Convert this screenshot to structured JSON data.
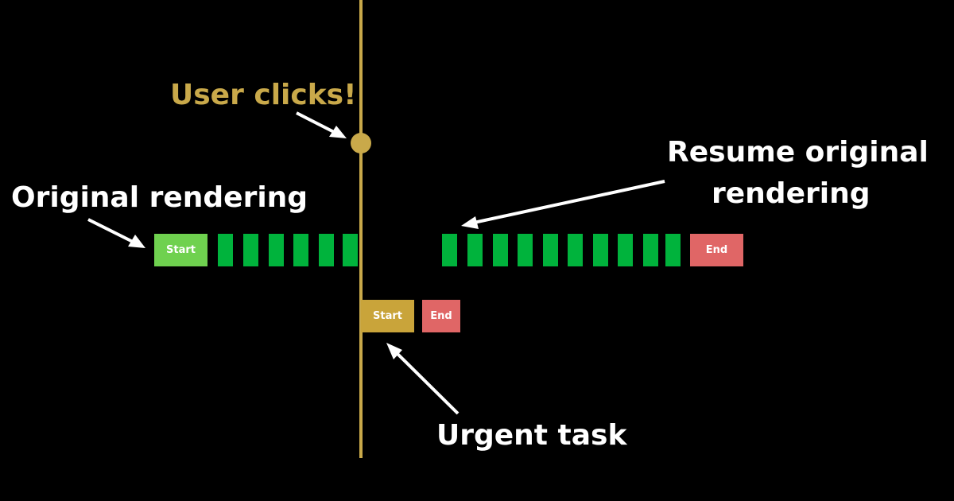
{
  "labels": {
    "user_clicks": "User clicks!",
    "original_rendering": "Original rendering",
    "resume_line1": "Resume original",
    "resume_line2": "rendering",
    "urgent_task": "Urgent task"
  },
  "original_track": {
    "start_label": "Start",
    "chunks_before_interrupt": 6,
    "chunks_after_resume": 10,
    "end_label": "End"
  },
  "urgent_track": {
    "start_label": "Start",
    "end_label": "End"
  },
  "colors": {
    "background": "#000000",
    "timeline": "#c9a94a",
    "user_clicks_text": "#c9a94a",
    "original_start": "#6fd14f",
    "chunk": "#00b33c",
    "end": "#e06666",
    "urgent_start": "#c9a43a",
    "text": "#ffffff",
    "arrow": "#ffffff"
  }
}
